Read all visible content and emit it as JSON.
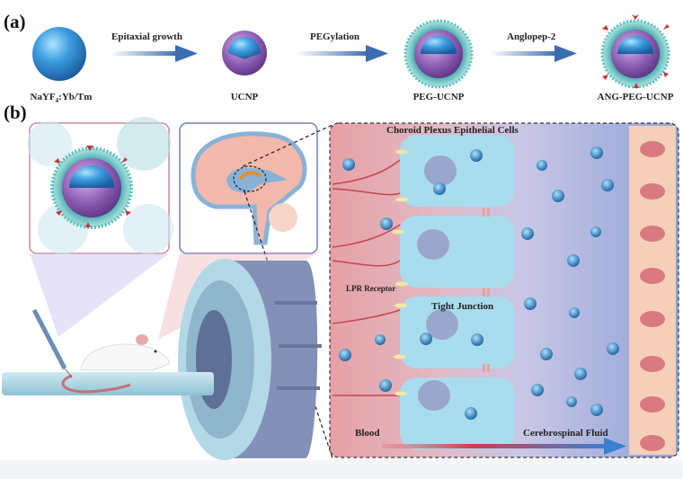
{
  "panel_a": {
    "letter": "(a)",
    "particles": [
      {
        "label_main": "NaYF",
        "label_sub": "4",
        "label_rest": ":Yb/Tm"
      },
      {
        "label_main": "UCNP"
      },
      {
        "label_main": "PEG-UCNP"
      },
      {
        "label_main": "ANG-PEG-UCNP"
      }
    ],
    "steps": [
      "Epitaxial growth",
      "PEGylation",
      "Anglopep-2"
    ]
  },
  "panel_b": {
    "letter": "(b)",
    "labels": {
      "top": "Choroid Plexus Epithelial Cells",
      "receptor": "LPR Receptor",
      "junction": "Tight Junction",
      "blood": "Blood",
      "csf": "Cerebrospinal Fluid"
    }
  },
  "colors": {
    "core_blue": "#3a9ad9",
    "shell_purple": "#8a5bb0",
    "peg_teal": "#3aa6a6",
    "ang_red": "#c8323a",
    "arrow_blue": "#3c6db0",
    "cell_blue": "#a9dced",
    "blood_red": "#e8a7aa",
    "csf_blue": "#98a9d8",
    "ependymal": "#f5cfb8"
  }
}
